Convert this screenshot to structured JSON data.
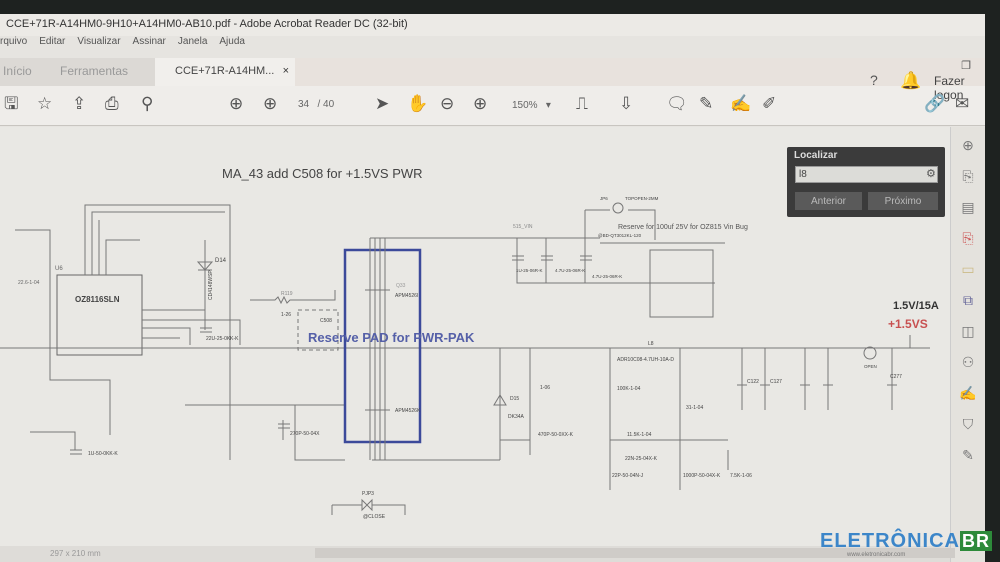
{
  "window": {
    "title": "CCE+71R-A14HM0-9H10+A14HM0-AB10.pdf - Adobe Acrobat Reader DC (32-bit)",
    "restore_icon": "restore-icon"
  },
  "menu": [
    "rquivo",
    "Editar",
    "Visualizar",
    "Assinar",
    "Janela",
    "Ajuda"
  ],
  "tabs": {
    "home": "Início",
    "tools": "Ferramentas",
    "document": "CCE+71R-A14HM...",
    "close": "×"
  },
  "toolbar": {
    "page_current": "34",
    "page_total": "/ 40",
    "zoom": "150%",
    "help": "?",
    "login": "Fazer logon"
  },
  "find": {
    "title": "Localizar",
    "value": "l8",
    "prev": "Anterior",
    "next": "Próximo"
  },
  "status": {
    "page_size": "297 x 210 mm"
  },
  "watermark": {
    "brand": "ELETRÔNICA",
    "brand_suffix": "BR",
    "url": "www.eletronicabr.com"
  },
  "schematic": {
    "heading": "MA_43  add C508 for +1.5VS PWR",
    "reserve_pad": "Reserve PAD for PWR-PAK",
    "reserve_note": "Reserve for 100uf 25V for OZ815 Vin Bug",
    "rail_label": "1.5V/15A",
    "rail_net": "+1.5VS",
    "ic": "OZ8116SLN",
    "ic_ref": "U6",
    "q_top_ref": "Q33",
    "q_top": "APM4526I",
    "q_bot": "APM4526K",
    "d14": "D14",
    "d14_part": "CD4148WSP",
    "c371": "22U-25-0KK-K",
    "r119": "R119",
    "r119_val": "1-26",
    "c508": "C508",
    "jp6": "JP6",
    "jp6_part": "TOPOPEN-2MM",
    "b17": "@BD-QT3012KL-120",
    "vin": "515_VIN",
    "c389": "1U-25-06R-K",
    "c384": "4.7U-25-06R-K",
    "c257": "4.7U-25-06R-K",
    "l8": "L8",
    "l8_part": "ADR10C08-4.7UH-10A-D",
    "d15": "D15",
    "d15_part": "DK34A",
    "r318_val": "1-06",
    "c309": "470P-50-0XX-K",
    "r184_val": "100K-1-04",
    "r187_val": "11.5K-1-04",
    "r182_val": "31-1-04",
    "c274": "22N-25-04X-K",
    "c276": "22P-50-04N-J",
    "c286": "1000P-50-04X-K",
    "r145_val": "7.5K-1-06",
    "c122": "C122",
    "c127": "C127",
    "c277": "C277",
    "jp5": "OPEN",
    "c303": "270P-50-04X",
    "c253": "1U-50-0KK-K",
    "r_left": "22.6-1-04",
    "pjp3": "PJP3",
    "pjp3_part": "@CLOSE"
  }
}
